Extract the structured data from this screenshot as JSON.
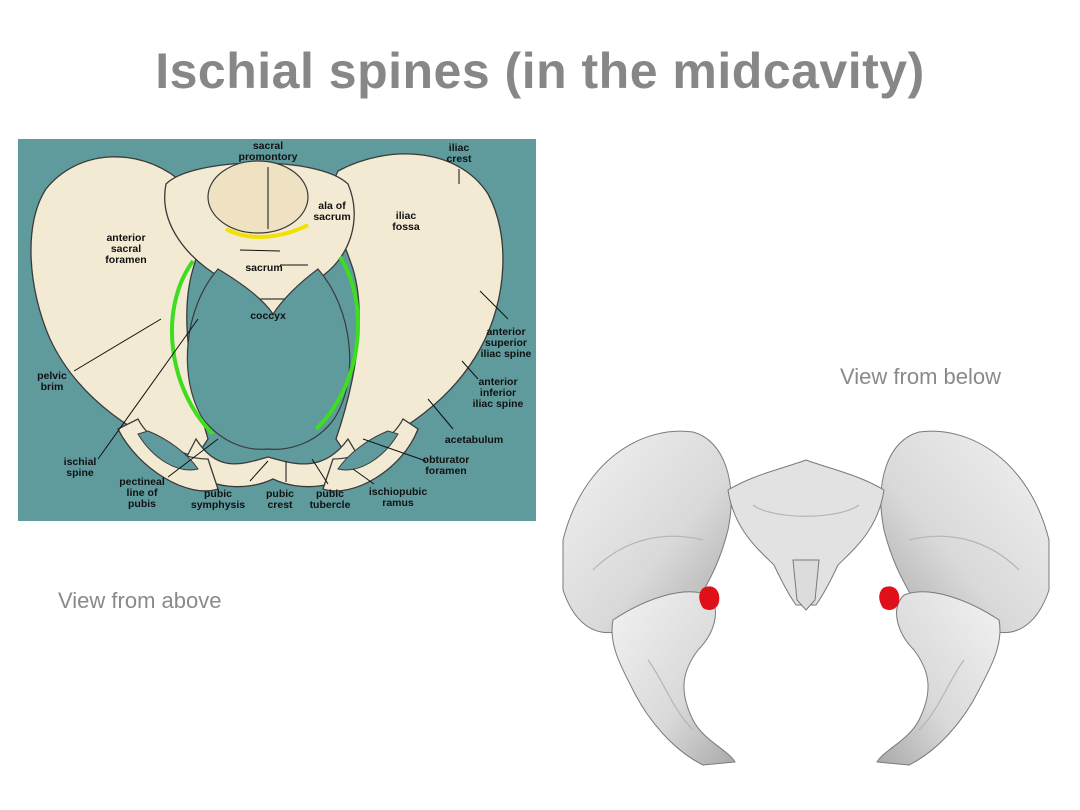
{
  "slide": {
    "title": "Ischial spines (in the midcavity)",
    "caption_above": "View from above",
    "caption_below": "View from below"
  },
  "diagram_above": {
    "background_color": "#5f9a9d",
    "bone_color": "#f3ead3",
    "pelvic_brim_line_color": "#3fdc1f",
    "promontory_line_color": "#f2e100",
    "labels": {
      "sacral_promontory": [
        "sacral",
        "promontory"
      ],
      "iliac_crest": [
        "iliac",
        "crest"
      ],
      "ala_of_sacrum": [
        "ala of",
        "sacrum"
      ],
      "iliac_fossa": [
        "iliac",
        "fossa"
      ],
      "anterior_sacral_foramen": [
        "anterior",
        "sacral",
        "foramen"
      ],
      "sacrum": "sacrum",
      "coccyx": "coccyx",
      "anterior_superior_iliac_spine": [
        "anterior",
        "superior",
        "iliac spine"
      ],
      "pelvic_brim": [
        "pelvic",
        "brim"
      ],
      "anterior_inferior_iliac_spine": [
        "anterior",
        "inferior",
        "iliac spine"
      ],
      "acetabulum": "acetabulum",
      "ischial_spine": [
        "ischial",
        "spine"
      ],
      "obturator_foramen": [
        "obturator",
        "foramen"
      ],
      "pectineal_line_of_pubis": [
        "pectineal",
        "line of",
        "pubis"
      ],
      "pubic_symphysis": [
        "pubic",
        "symphysis"
      ],
      "pubic_crest": [
        "pubic",
        "crest"
      ],
      "pubic_tubercle": [
        "pubic",
        "tubercle"
      ],
      "ischiopubic_ramus": [
        "ischiopubic",
        "ramus"
      ]
    }
  },
  "model_below": {
    "bone_color": "#e4e4e4",
    "highlight_color": "#e0101a"
  }
}
